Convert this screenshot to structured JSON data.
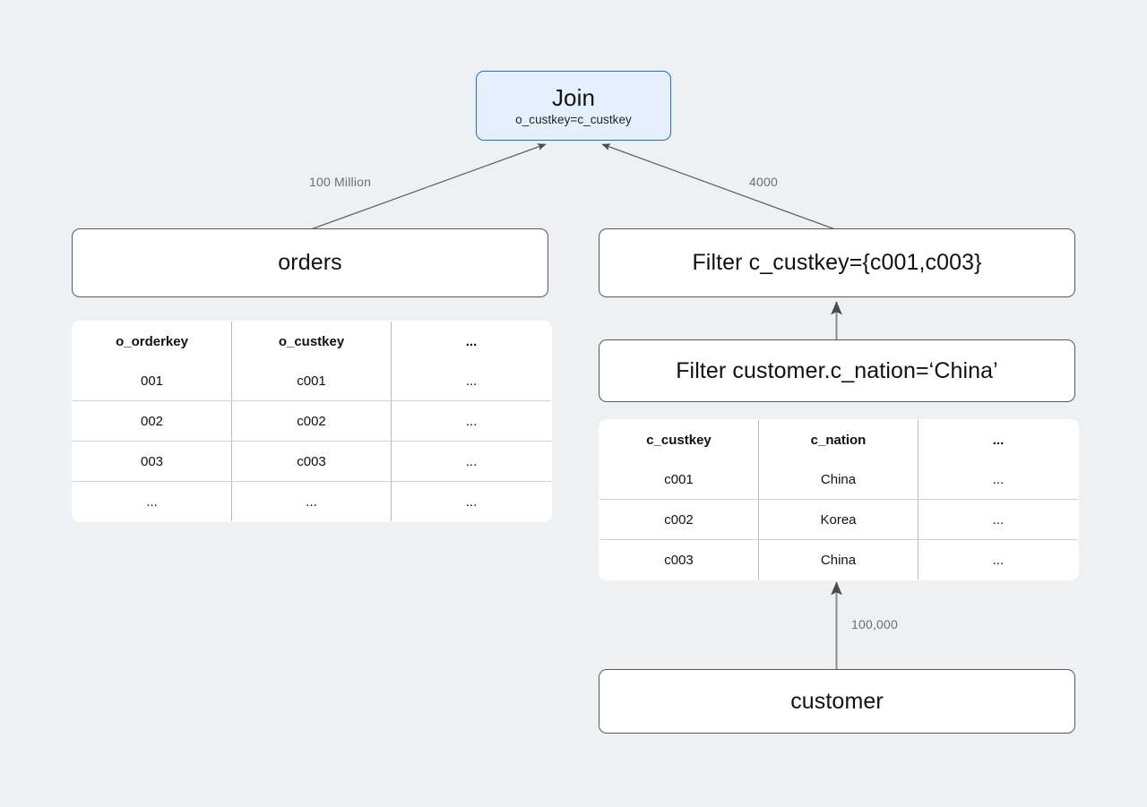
{
  "diagram": {
    "background_color": "#eff0f2",
    "accent_color": "#1a6ee0",
    "accent_fill": "#e4f0fd",
    "edge_color": "#6d6e70",
    "box_border_color": "#58595b"
  },
  "nodes": {
    "join": {
      "title": "Join",
      "subtitle": "o_custkey=c_custkey"
    },
    "orders": {
      "title": "orders"
    },
    "filter_custkey": {
      "title": "Filter c_custkey={c001,c003}"
    },
    "filter_nation": {
      "title": "Filter customer.c_nation=‘China’"
    },
    "customer": {
      "title": "customer"
    }
  },
  "tables": {
    "orders": {
      "headers": [
        "o_orderkey",
        "o_custkey",
        "..."
      ],
      "rows": [
        [
          "001",
          "c001",
          "..."
        ],
        [
          "002",
          "c002",
          "..."
        ],
        [
          "003",
          "c003",
          "..."
        ],
        [
          "...",
          "...",
          "..."
        ]
      ]
    },
    "customer": {
      "headers": [
        "c_custkey",
        "c_nation",
        "..."
      ],
      "rows": [
        [
          "c001",
          "China",
          "..."
        ],
        [
          "c002",
          "Korea",
          "..."
        ],
        [
          "c003",
          "China",
          "..."
        ]
      ]
    }
  },
  "edge_labels": {
    "orders_to_join": "100 Million",
    "filter_to_join": "4000",
    "customer_to_filter": "100,000"
  }
}
